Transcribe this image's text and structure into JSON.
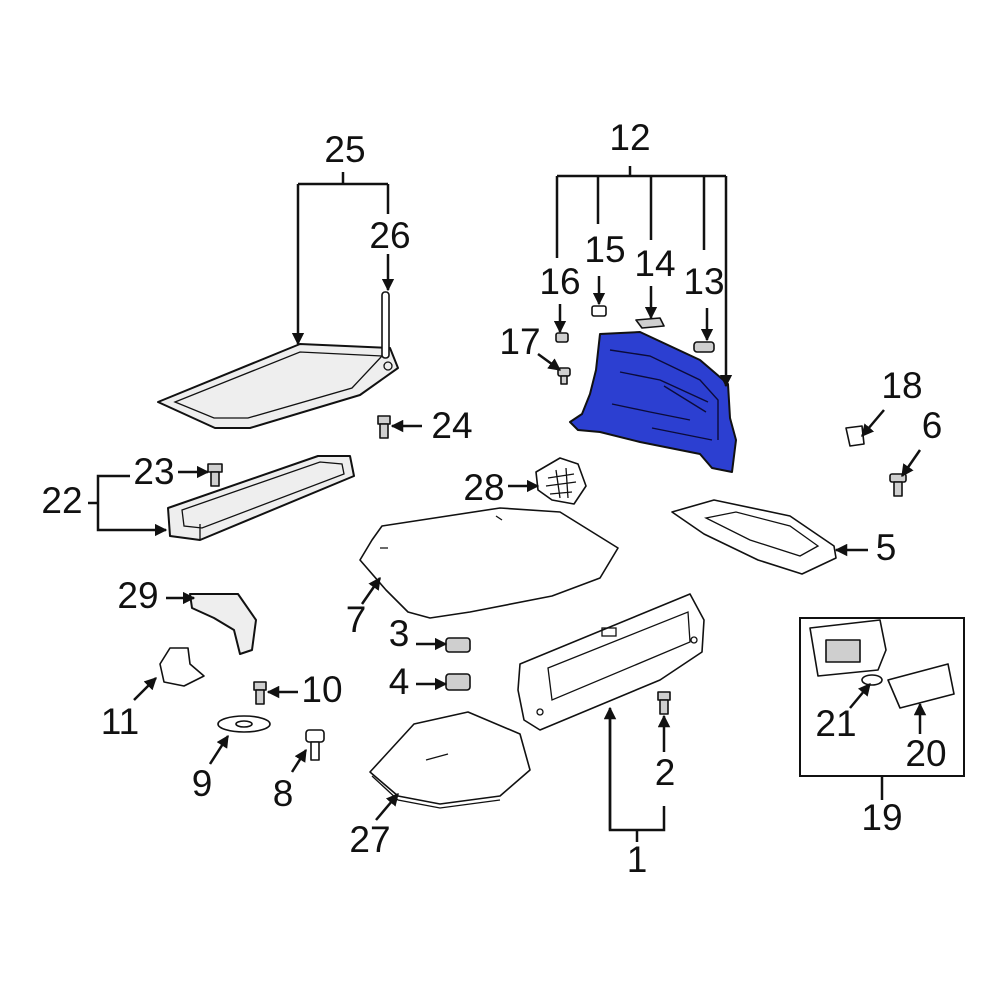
{
  "colors": {
    "line": "#111111",
    "part_fill": "#eeeeee",
    "highlight_fill": "#2c3fd1",
    "background": "#ffffff"
  },
  "callouts": {
    "c1": "1",
    "c2": "2",
    "c3": "3",
    "c4": "4",
    "c5": "5",
    "c6": "6",
    "c7": "7",
    "c8": "8",
    "c9": "9",
    "c10": "10",
    "c11": "11",
    "c12": "12",
    "c13": "13",
    "c14": "14",
    "c15": "15",
    "c16": "16",
    "c17": "17",
    "c18": "18",
    "c19": "19",
    "c20": "20",
    "c21": "21",
    "c22": "22",
    "c23": "23",
    "c24": "24",
    "c25": "25",
    "c26": "26",
    "c27": "27",
    "c28": "28",
    "c29": "29"
  },
  "highlighted_part": "12"
}
